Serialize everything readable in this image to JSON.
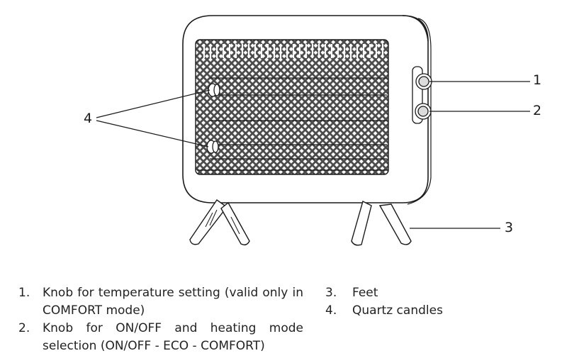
{
  "diagram": {
    "callouts": [
      {
        "id": "1",
        "label": "1"
      },
      {
        "id": "2",
        "label": "2"
      },
      {
        "id": "3",
        "label": "3"
      },
      {
        "id": "4",
        "label": "4"
      }
    ]
  },
  "legend": {
    "left": [
      {
        "num": "1.",
        "text": "Knob for temperature setting (valid only in COMFORT mode)"
      },
      {
        "num": "2.",
        "text": "Knob for ON/OFF and heating mode selection (ON/OFF - ECO - COMFORT)"
      }
    ],
    "right": [
      {
        "num": "3.",
        "text": "Feet"
      },
      {
        "num": "4.",
        "text": "Quartz candles"
      }
    ]
  }
}
